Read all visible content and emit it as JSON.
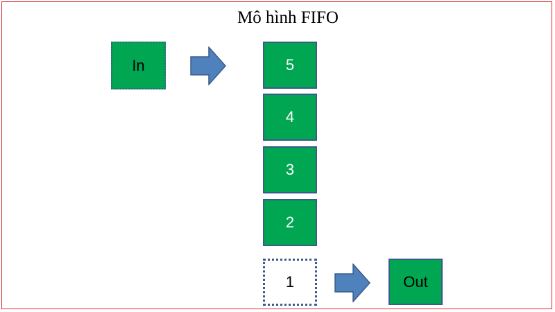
{
  "title": "Mô hình FIFO",
  "in_label": "In",
  "out_label": "Out",
  "stack_items": [
    "5",
    "4",
    "3",
    "2"
  ],
  "dequeued_item": "1",
  "colors": {
    "box_fill": "#00a651",
    "box_border": "#3a5a8a",
    "arrow_fill": "#4f81bd",
    "frame_border": "#d9262e"
  }
}
